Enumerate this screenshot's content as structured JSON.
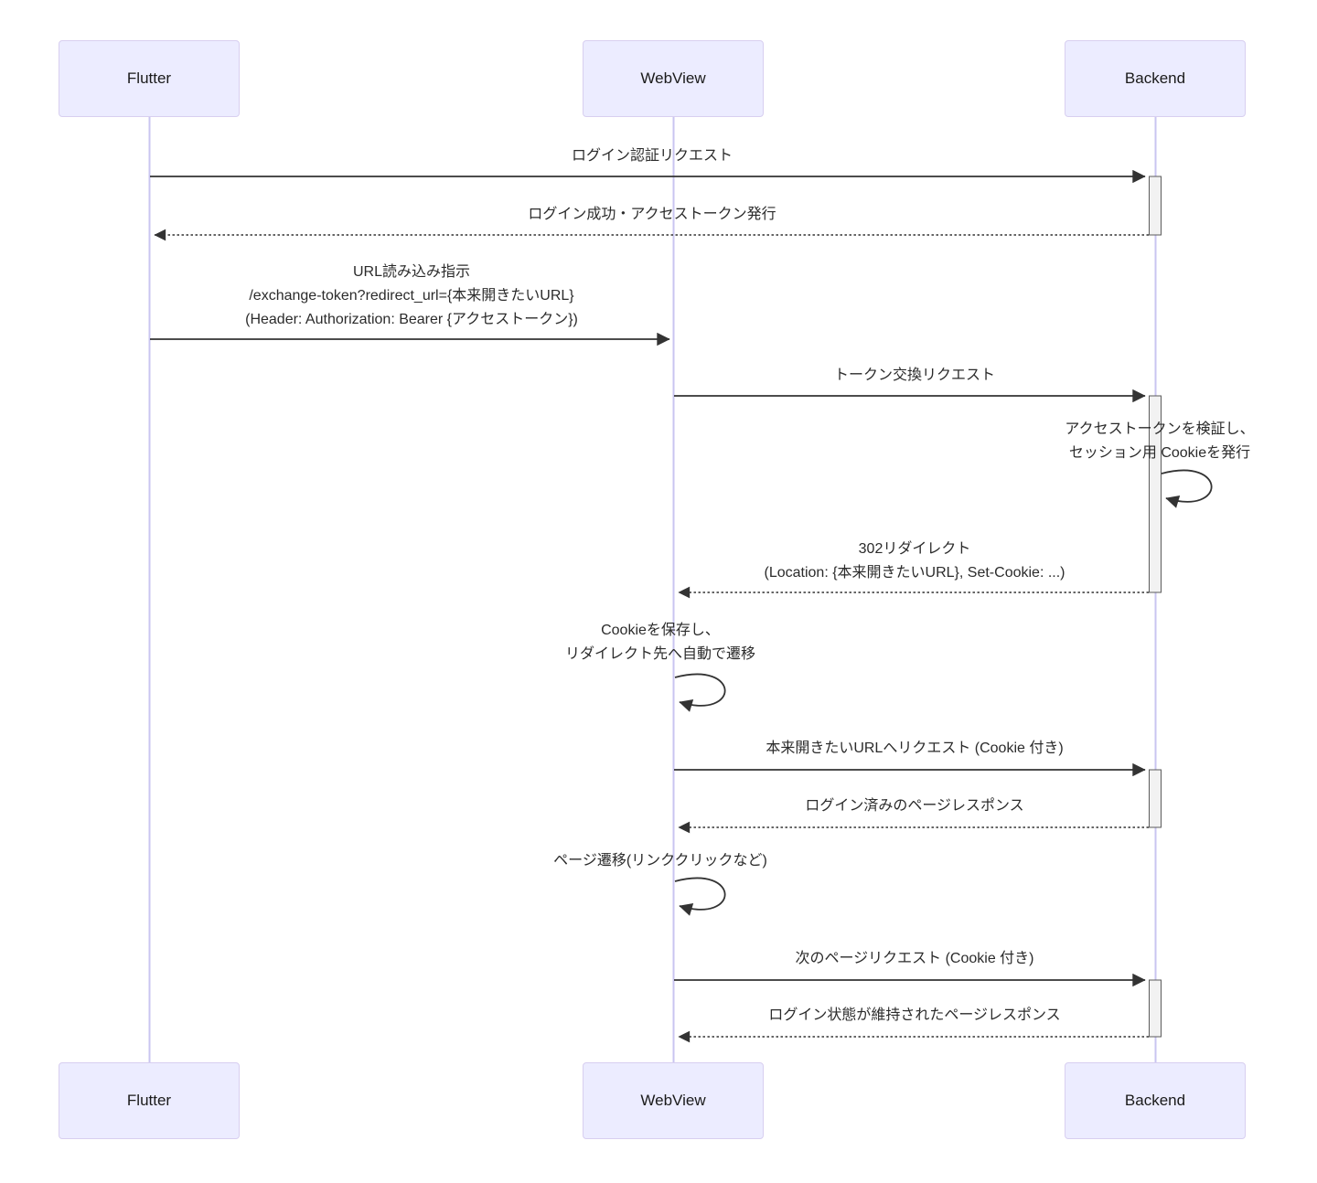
{
  "diagram": {
    "type": "sequence-diagram",
    "participants": [
      {
        "name": "Flutter"
      },
      {
        "name": "WebView"
      },
      {
        "name": "Backend"
      }
    ],
    "messages": [
      {
        "from": "Flutter",
        "to": "Backend",
        "style": "solid",
        "text": "ログイン認証リクエスト"
      },
      {
        "from": "Backend",
        "to": "Flutter",
        "style": "dashed",
        "text": "ログイン成功・アクセストークン発行"
      },
      {
        "from": "Flutter",
        "to": "WebView",
        "style": "solid",
        "lines": [
          "URL読み込み指示",
          "/exchange-token?redirect_url={本来開きたいURL}",
          "(Header: Authorization: Bearer {アクセストークン})"
        ]
      },
      {
        "from": "WebView",
        "to": "Backend",
        "style": "solid",
        "text": "トークン交換リクエスト"
      },
      {
        "from": "Backend",
        "to": "Backend",
        "style": "self",
        "lines": [
          "アクセストークンを検証し、",
          "セッション用 Cookieを発行"
        ]
      },
      {
        "from": "Backend",
        "to": "WebView",
        "style": "dashed",
        "lines": [
          "302リダイレクト",
          "(Location: {本来開きたいURL}, Set-Cookie: ...)"
        ]
      },
      {
        "from": "WebView",
        "to": "WebView",
        "style": "self",
        "lines": [
          "Cookieを保存し、",
          "リダイレクト先へ自動で遷移"
        ]
      },
      {
        "from": "WebView",
        "to": "Backend",
        "style": "solid",
        "text": "本来開きたいURLへリクエスト (Cookie 付き)"
      },
      {
        "from": "Backend",
        "to": "WebView",
        "style": "dashed",
        "text": "ログイン済みのページレスポンス"
      },
      {
        "from": "WebView",
        "to": "WebView",
        "style": "self",
        "text": "ページ遷移(リンククリックなど)"
      },
      {
        "from": "WebView",
        "to": "Backend",
        "style": "solid",
        "text": "次のページリクエスト (Cookie 付き)"
      },
      {
        "from": "Backend",
        "to": "WebView",
        "style": "dashed",
        "text": "ログイン状態が維持されたページレスポンス"
      }
    ],
    "colors": {
      "actor_fill": "#ECECFF",
      "actor_border": "#D8CFF0",
      "lifeline": "#C9C5F0",
      "activation_fill": "#F2F2F2",
      "activation_border": "#5B5B5B",
      "arrow": "#333333"
    }
  }
}
